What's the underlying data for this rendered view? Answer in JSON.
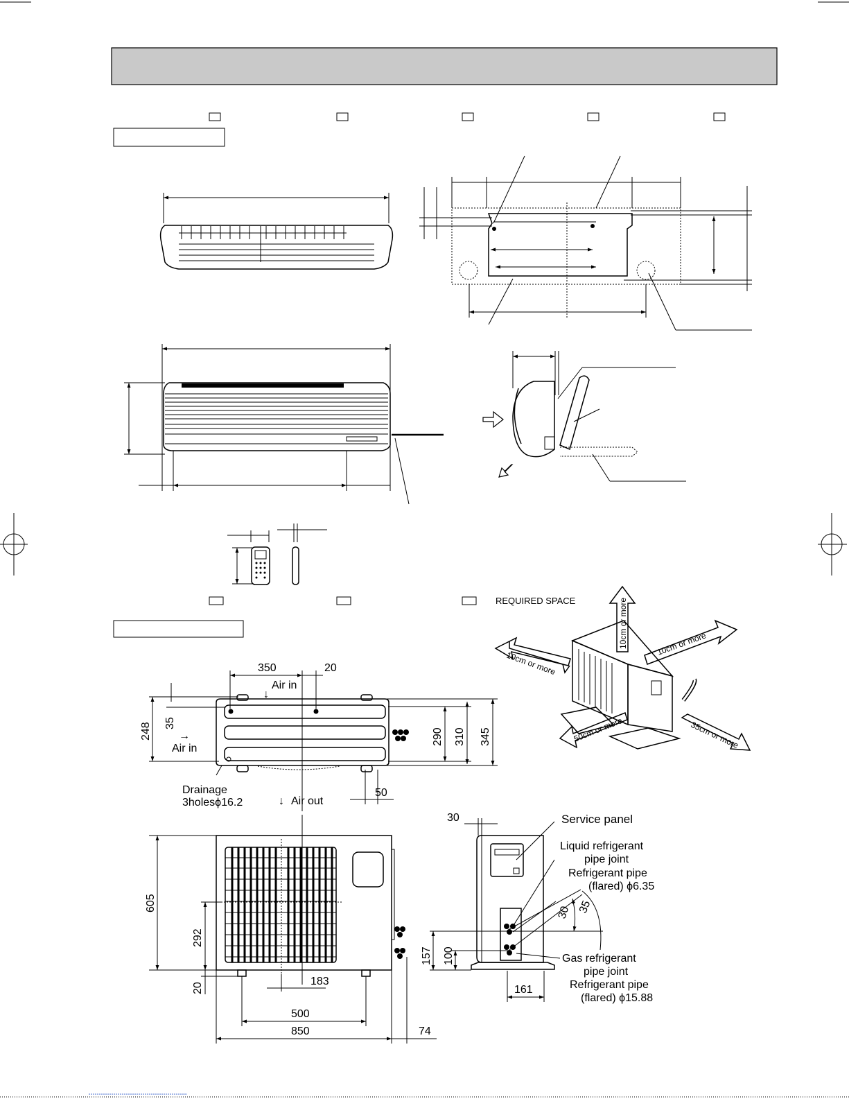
{
  "outdoor_unit": {
    "top_view": {
      "dim_350": "350",
      "dim_20": "20",
      "dim_35": "35",
      "dim_248": "248",
      "dim_290": "290",
      "dim_310": "310",
      "dim_345": "345",
      "dim_50": "50",
      "air_in_top": "Air in",
      "air_in_left": "Air in",
      "air_out": "Air out",
      "drainage_line1": "Drainage",
      "drainage_line2": "3holesϕ16.2"
    },
    "front_view": {
      "dim_605": "605",
      "dim_292": "292",
      "dim_20": "20",
      "dim_183": "183",
      "dim_500": "500",
      "dim_850": "850",
      "dim_74": "74"
    },
    "side_view": {
      "dim_30": "30",
      "dim_157": "157",
      "dim_100": "100",
      "dim_161": "161",
      "angle_30": "30",
      "angle_35": "35",
      "service_panel": "Service panel",
      "liquid_joint_line1": "Liquid refrigerant",
      "liquid_joint_line2": "pipe joint",
      "liquid_pipe_line1": "Refrigerant pipe",
      "liquid_pipe_line2": "(flared) ϕ6.35",
      "gas_joint_line1": "Gas refrigerant",
      "gas_joint_line2": "pipe joint",
      "gas_pipe_line1": "Refrigerant pipe",
      "gas_pipe_line2": "(flared)  ϕ15.88"
    },
    "required_space": {
      "title": "REQUIRED SPACE",
      "top": "10cm or more",
      "back_left": "10cm or more",
      "back_right": "10cm or more",
      "front": "50cm or more",
      "right": "35cm or more"
    }
  }
}
